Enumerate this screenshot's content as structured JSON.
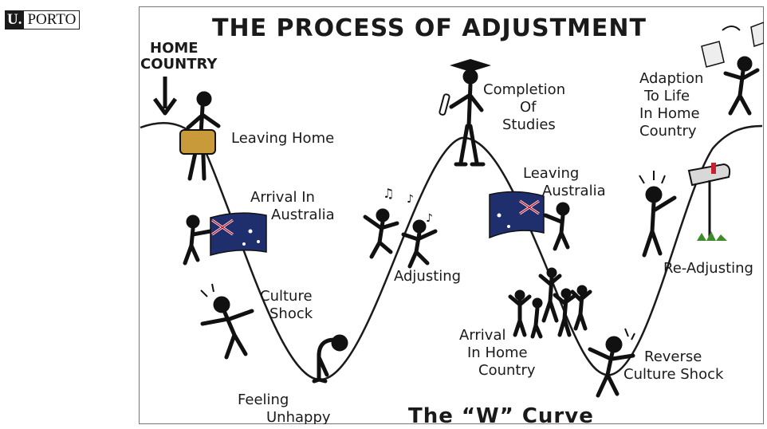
{
  "logo": {
    "u": "U.",
    "name": "PORTO"
  },
  "diagram": {
    "title": "THE PROCESS OF ADJUSTMENT",
    "subtitle": "The “W” Curve",
    "labels": {
      "home_country": [
        "HOME",
        "COUNTRY"
      ],
      "leaving_home": "Leaving Home",
      "arrival_australia": [
        "Arrival In",
        "Australia"
      ],
      "culture_shock": [
        "Culture",
        "Shock"
      ],
      "feeling_unhappy": [
        "Feeling",
        "Unhappy"
      ],
      "adjusting": "Adjusting",
      "completion": [
        "Completion",
        "Of",
        "Studies"
      ],
      "leaving_australia": [
        "Leaving",
        "Australia"
      ],
      "arrival_home": [
        "Arrival",
        "In Home",
        "Country"
      ],
      "reverse_culture_shock": [
        "Reverse",
        "Culture Shock"
      ],
      "re_adjusting": "Re-Adjusting",
      "adaption": [
        "Adaption",
        "To Life",
        "In Home",
        "Country"
      ]
    }
  },
  "colors": {
    "ink": "#1a1a1a",
    "flag_blue": "#1f2f6e",
    "flag_red": "#c8202e",
    "suitcase": "#c99a3a",
    "grass": "#3f8a2a"
  }
}
